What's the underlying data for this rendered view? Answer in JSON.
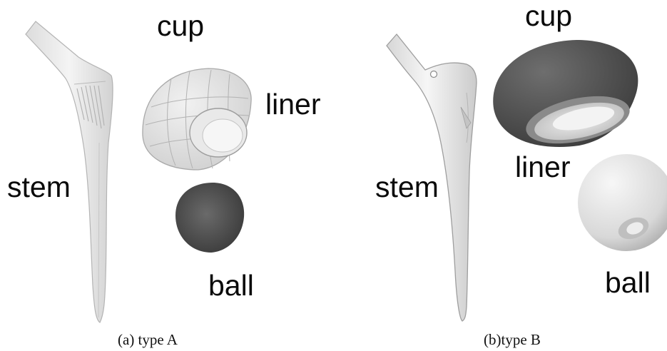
{
  "panels": [
    {
      "id": "a",
      "caption": "(a) type A",
      "labels": {
        "cup": "cup",
        "liner": "liner",
        "stem": "stem",
        "ball": "ball"
      }
    },
    {
      "id": "b",
      "caption": "(b)type B",
      "labels": {
        "cup": "cup",
        "liner": "liner",
        "stem": "stem",
        "ball": "ball"
      }
    }
  ]
}
